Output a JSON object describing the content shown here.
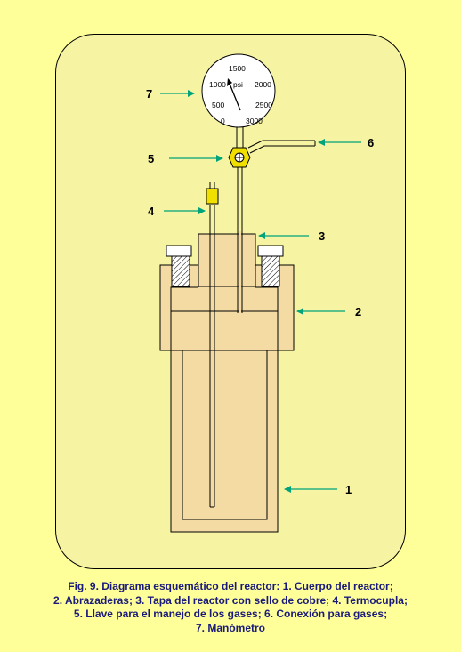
{
  "gauge": {
    "unit": "psi",
    "ticks": [
      "0",
      "500",
      "1000",
      "1500",
      "2000",
      "2500",
      "3000"
    ]
  },
  "labels": [
    "1",
    "2",
    "3",
    "4",
    "5",
    "6",
    "7"
  ],
  "caption": [
    "Fig. 9. Diagrama esquemático del reactor: 1. Cuerpo del reactor;",
    "2. Abrazaderas; 3. Tapa del reactor con sello de cobre; 4. Termocupla;",
    "5. Llave para el manejo de los gases; 6. Conexión para gases;",
    "7. Manómetro"
  ],
  "colors": {
    "background": "#ffff9a",
    "panel": "#f6f3a2",
    "body": "#f4dba3",
    "arrow": "#00a37a",
    "caption_text": "#1a1a7a"
  }
}
